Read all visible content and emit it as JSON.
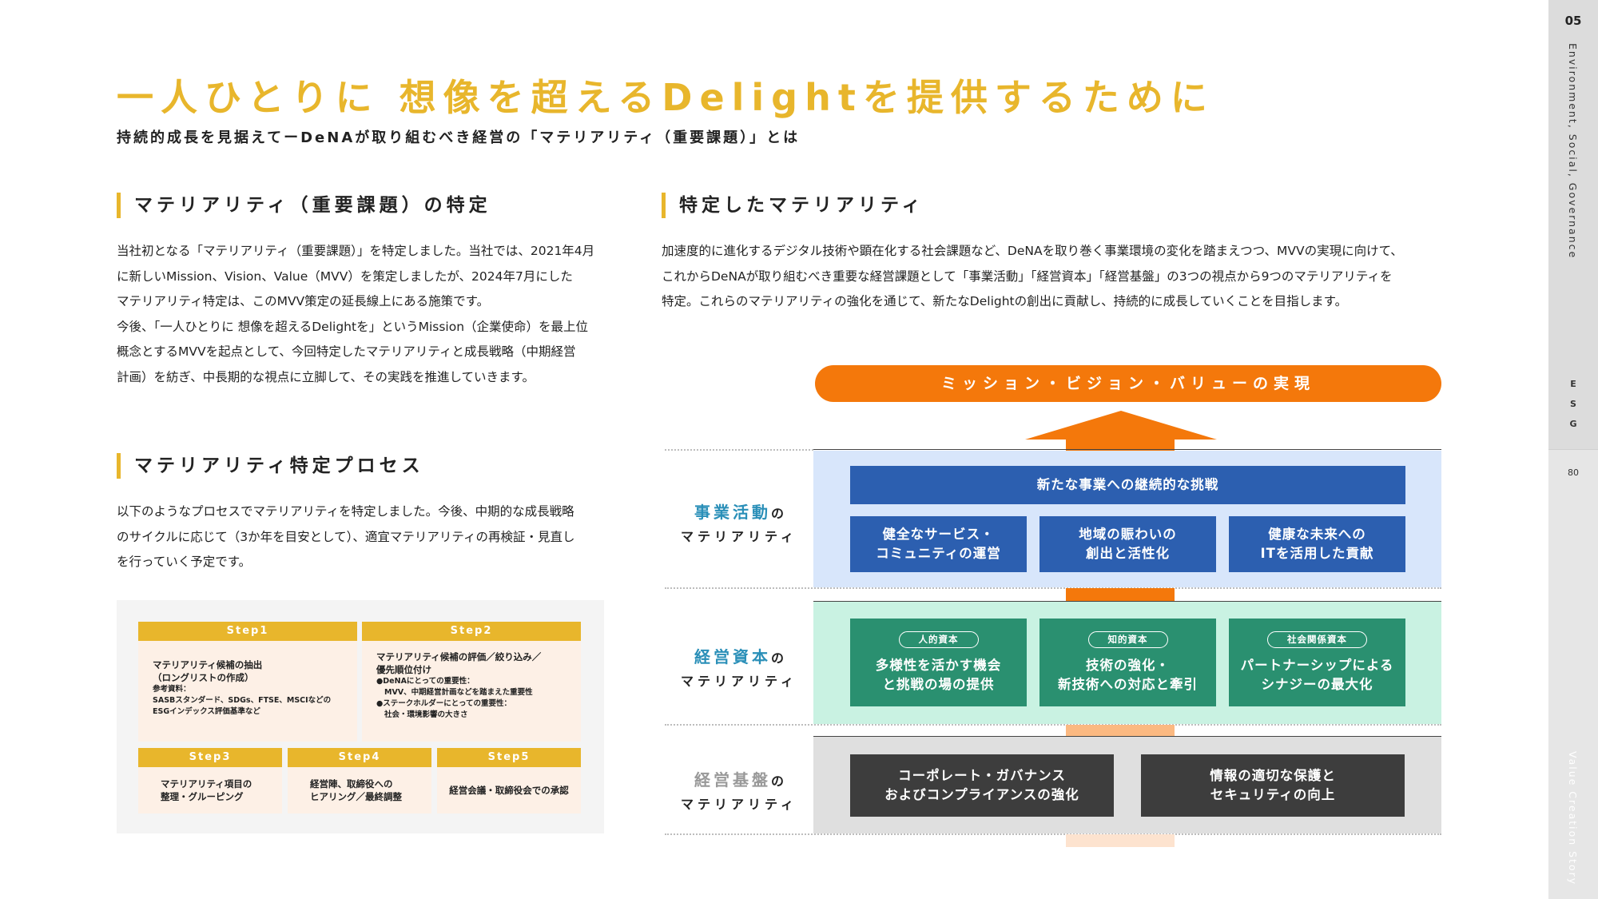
{
  "header": {
    "title": "一人ひとりに 想像を超えるDelightを提供するために",
    "subtitle": "持続的成長を見据えてーDeNAが取り組むべき経営の「マテリアリティ（重要課題）」とは"
  },
  "sections": {
    "identification": {
      "heading": "マテリアリティ（重要課題）の特定",
      "lines": [
        "当社初となる「マテリアリティ（重要課題）」を特定しました。当社では、2021年4月",
        "に新しいMission、Vision、Value（MVV）を策定しましたが、2024年7月にした",
        "マテリアリティ特定は、このMVV策定の延長線上にある施策です。",
        "今後、「一人ひとりに 想像を超えるDelightを」というMission（企業使命）を最上位",
        "概念とするMVVを起点として、今回特定したマテリアリティと成長戦略（中期経営",
        "計画）を紡ぎ、中長期的な視点に立脚して、その実践を推進していきます。"
      ]
    },
    "process": {
      "heading": "マテリアリティ特定プロセス",
      "lines": [
        "以下のようなプロセスでマテリアリティを特定しました。今後、中期的な成長戦略",
        "のサイクルに応じて（3か年を目安として）、適宜マテリアリティの再検証・見直し",
        "を行っていく予定です。"
      ],
      "steps": {
        "s1": {
          "label": "Step1",
          "line1": "マテリアリティ候補の抽出",
          "line2": "（ロングリストの作成）",
          "ref_label": "参考資料：",
          "ref1": "SASBスタンダード、SDGs、FTSE、MSCIなどの",
          "ref2": "ESGインデックス評価基準など"
        },
        "s2": {
          "label": "Step2",
          "line1": "マテリアリティ候補の評価／絞り込み／",
          "line2": "優先順位付け",
          "b1": "●DeNAにとっての重要性：",
          "b1d": "MVV、中期経営計画などを踏まえた重要性",
          "b2": "●ステークホルダーにとっての重要性：",
          "b2d": "社会・環境影響の大きさ"
        },
        "s3": {
          "label": "Step3",
          "line1": "マテリアリティ項目の",
          "line2": "整理・グルーピング"
        },
        "s4": {
          "label": "Step4",
          "line1": "経営陣、取締役への",
          "line2": "ヒアリング／最終調整"
        },
        "s5": {
          "label": "Step5",
          "line1": "経営会議・取締役会での承認"
        }
      }
    },
    "identified": {
      "heading": "特定したマテリアリティ",
      "lines": [
        "加速度的に進化するデジタル技術や顕在化する社会課題など、DeNAを取り巻く事業環境の変化を踏まえつつ、MVVの実現に向けて、",
        "これからDeNAが取り組むべき重要な経営課題として「事業活動」「経営資本」「経営基盤」の3つの視点から9つのマテリアリティを",
        "特定。これらのマテリアリティの強化を通じて、新たなDelightの創出に貢献し、持続的に成長していくことを目指します。"
      ]
    }
  },
  "diagram": {
    "mission": "ミッション・ビジョン・バリューの実現",
    "business": {
      "label_main": "事業活動",
      "label_no": "の",
      "label_sub": "マテリアリティ",
      "top": "新たな事業への継続的な挑戦",
      "items": [
        {
          "l1": "健全なサービス・",
          "l2": "コミュニティの運営"
        },
        {
          "l1": "地域の賑わいの",
          "l2": "創出と活性化"
        },
        {
          "l1": "健康な未来への",
          "l2": "ITを活用した貢献"
        }
      ]
    },
    "capital": {
      "label_main": "経営資本",
      "label_no": "の",
      "label_sub": "マテリアリティ",
      "items": [
        {
          "tag": "人的資本",
          "l1": "多様性を活かす機会",
          "l2": "と挑戦の場の提供"
        },
        {
          "tag": "知的資本",
          "l1": "技術の強化・",
          "l2": "新技術への対応と牽引"
        },
        {
          "tag": "社会関係資本",
          "l1": "パートナーシップによる",
          "l2": "シナジーの最大化"
        }
      ]
    },
    "foundation": {
      "label_main": "経営基盤",
      "label_no": "の",
      "label_sub": "マテリアリティ",
      "items": [
        {
          "l1": "コーポレート・ガバナンス",
          "l2": "およびコンプライアンスの強化"
        },
        {
          "l1": "情報の適切な保護と",
          "l2": "セキュリティの向上"
        }
      ]
    }
  },
  "sidebar": {
    "page": "05",
    "section": "Environment, Social, Governance",
    "esg": [
      "E",
      "S",
      "G"
    ],
    "page2": "80",
    "bottom": "Value Creation Story"
  },
  "colors": {
    "accent": "#e8b62c",
    "orange": "#f4780b",
    "blue": "#2c5fb0",
    "green": "#2a9070",
    "dark": "#3d3d3d"
  }
}
